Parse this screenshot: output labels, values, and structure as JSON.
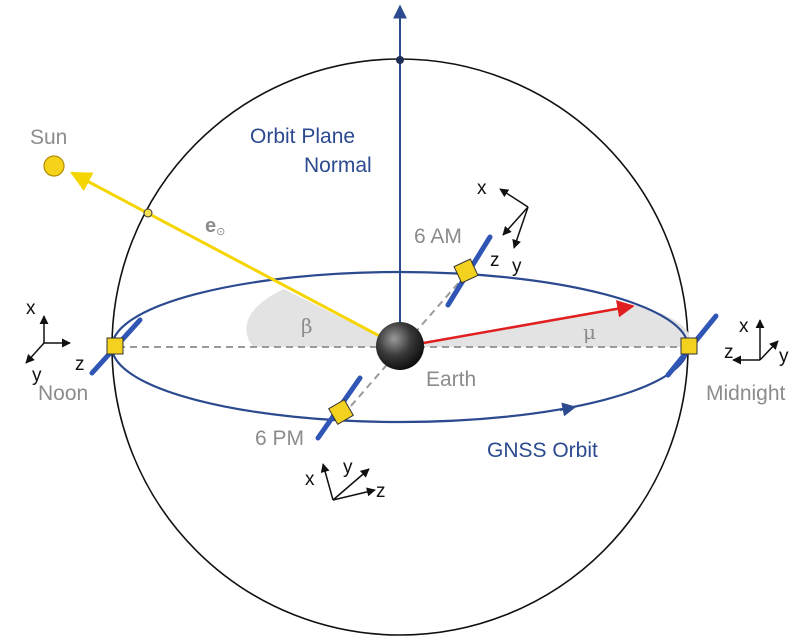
{
  "labels": {
    "sun": "Sun",
    "sun_vector": "e",
    "sun_vector_sub": "⊙",
    "orbit_normal_line1": "Orbit Plane",
    "orbit_normal_line2": "Normal",
    "six_am": "6 AM",
    "six_pm": "6 PM",
    "earth": "Earth",
    "noon": "Noon",
    "midnight": "Midnight",
    "gnss_orbit": "GNSS Orbit",
    "beta": "β",
    "mu": "μ"
  },
  "axes": {
    "x": "x",
    "y": "y",
    "z": "z"
  },
  "colors": {
    "orbit_blue": "#2b4a8f",
    "sun_yellow": "#f5d500",
    "vector_red": "#e02020",
    "label_gray": "#8c8c8c",
    "dash_gray": "#9a9a9a",
    "plane_fill": "#e3e3e3",
    "satellite_body": "#f2d21e",
    "panel_blue": "#2f55b5"
  }
}
